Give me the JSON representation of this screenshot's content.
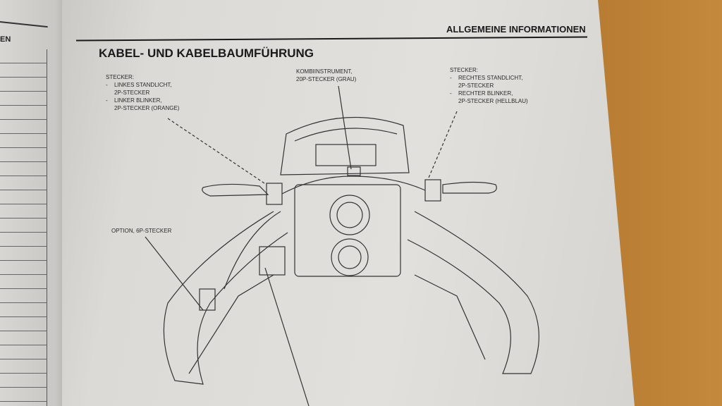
{
  "left_page": {
    "heading_fragment": "EN"
  },
  "header": {
    "section": "ALLGEMEINE INFORMATIONEN"
  },
  "title": "KABEL- UND KABELBAUMFÜHRUNG",
  "callouts": {
    "left": {
      "label": "STECKER:",
      "items": [
        "LINKES STANDLICHT,\n2P-STECKER",
        "LINKER BLINKER,\n2P-STECKER (ORANGE)"
      ]
    },
    "center": {
      "line1": "KOMBIINSTRUMENT,",
      "line2": "20P-STECKER (GRAU)"
    },
    "right": {
      "label": "STECKER:",
      "items": [
        "RECHTES STANDLICHT,\n2P-STECKER",
        "RECHTER BLINKER,\n2P-STECKER (HELLBLAU)"
      ]
    },
    "option": "OPTION, 6P-STECKER"
  }
}
